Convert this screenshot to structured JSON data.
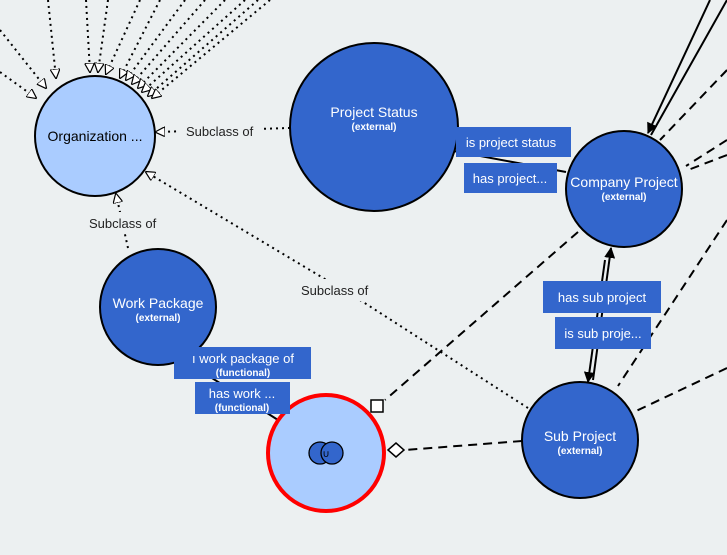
{
  "colors": {
    "background": "#ecf0f1",
    "external_class": "#3366cc",
    "class_light": "#aaccff",
    "property_box": "#3366cc",
    "selection_ring": "#ff0000"
  },
  "nodes": {
    "organization": {
      "title": "Organization ..."
    },
    "project_status": {
      "title": "Project Status",
      "subtitle": "(external)"
    },
    "company_project": {
      "title": "Company Project",
      "subtitle": "(external)"
    },
    "work_package": {
      "title": "Work Package",
      "subtitle": "(external)"
    },
    "sub_project": {
      "title": "Sub Project",
      "subtitle": "(external)"
    },
    "union": {
      "icon": "union-icon"
    }
  },
  "edge_labels": {
    "subclass_org_status": "Subclass of",
    "subclass_org_work": "Subclass of",
    "subclass_org_sub": "Subclass of"
  },
  "properties": {
    "is_project_status": "is project status",
    "has_project": "has project...",
    "has_sub_project": "has sub project",
    "is_sub_project": "is sub proje...",
    "work_package_of": {
      "label": "ı work package of",
      "subtitle": "(functional)"
    },
    "has_work": {
      "label": "has work ...",
      "subtitle": "(functional)"
    }
  }
}
